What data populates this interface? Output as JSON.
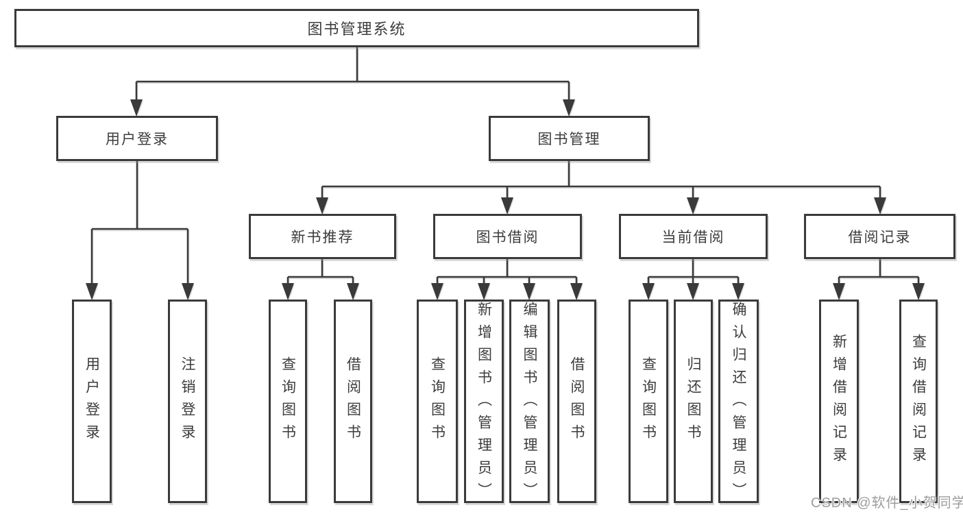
{
  "colors": {
    "line": "#3a3a3a",
    "text": "#3c3c3c",
    "watermark": "#9d9d9d",
    "background": "#ffffff"
  },
  "tree": {
    "root": "图书管理系统",
    "children": [
      {
        "label": "用户登录",
        "children": [
          "用户登录",
          "注销登录"
        ]
      },
      {
        "label": "图书管理",
        "children": [
          {
            "label": "新书推荐",
            "children": [
              "查询图书",
              "借阅图书"
            ]
          },
          {
            "label": "图书借阅",
            "children": [
              "查询图书",
              "新增图书（管理员）",
              "编辑图书（管理员）",
              "借阅图书"
            ]
          },
          {
            "label": "当前借阅",
            "children": [
              "查询图书",
              "归还图书",
              "确认归还（管理员）"
            ]
          },
          {
            "label": "借阅记录",
            "children": [
              "新增借阅记录",
              "查询借阅记录"
            ]
          }
        ]
      }
    ]
  },
  "watermark": "CSDN @软件_小贺同学"
}
